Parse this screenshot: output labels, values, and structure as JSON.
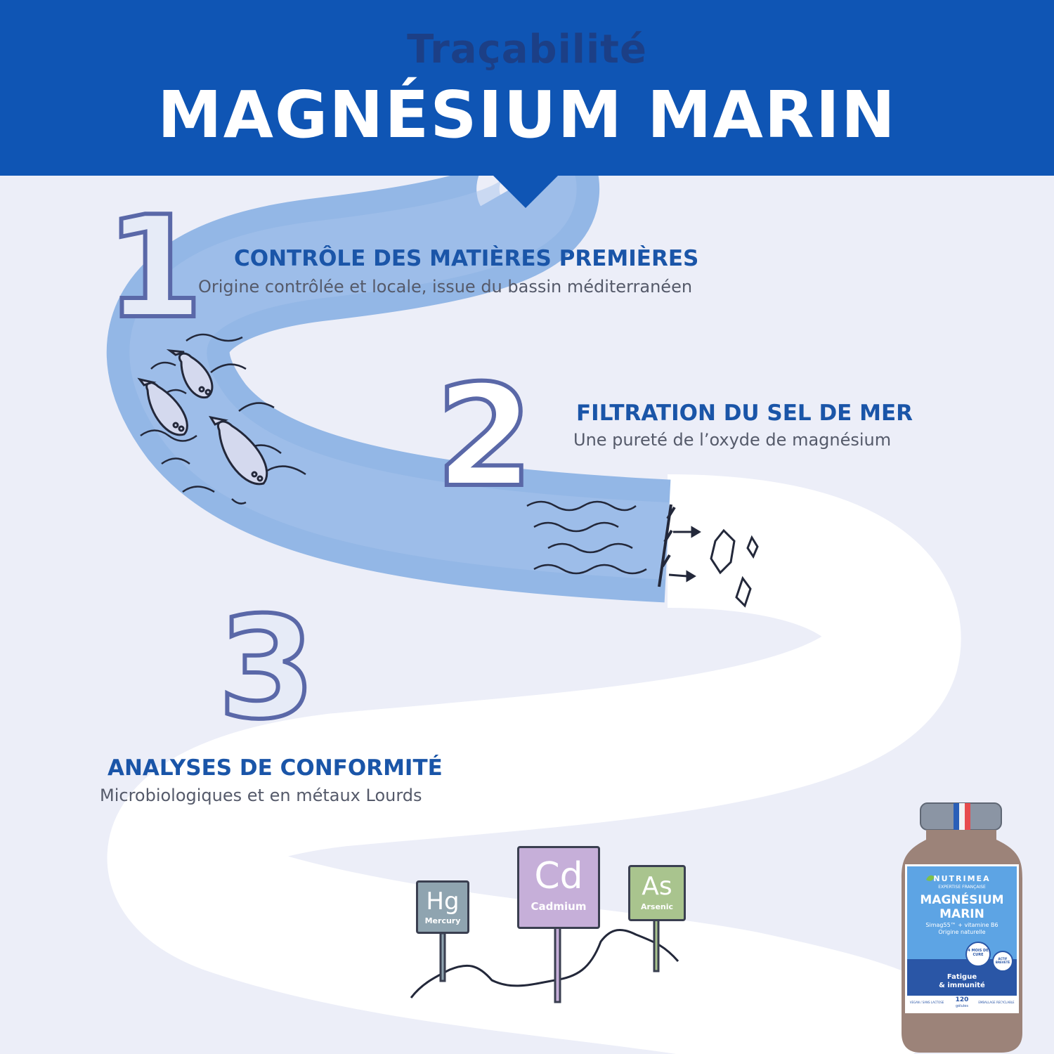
{
  "header": {
    "subtitle": "Traçabilité",
    "title": "MAGNÉSIUM MARIN"
  },
  "steps": [
    {
      "number": "1",
      "title": "CONTRÔLE DES MATIÈRES PREMIÈRES",
      "description": "Origine contrôlée et locale, issue du bassin méditerranéen"
    },
    {
      "number": "2",
      "title": "FILTRATION DU SEL DE MER",
      "description": "Une pureté de l’oxyde de magnésium"
    },
    {
      "number": "3",
      "title": "ANALYSES DE CONFORMITÉ",
      "description": "Microbiologiques et en métaux Lourds"
    }
  ],
  "elements": [
    {
      "symbol": "Hg",
      "name": "Mercury",
      "color": "#8fa4b0"
    },
    {
      "symbol": "Cd",
      "name": "Cadmium",
      "color": "#c6afd9"
    },
    {
      "symbol": "As",
      "name": "Arsenic",
      "color": "#a9c48e"
    }
  ],
  "product": {
    "brand": "NUTRIMEA",
    "tagline": "EXPERTISE FRANÇAISE",
    "name_line1": "MAGNÉSIUM",
    "name_line2": "MARIN",
    "ingredients": "Simag55™ + vitamine B6",
    "origin": "Origine naturelle",
    "cure_badge": "4 MOIS DE CURE",
    "actif_badge": "ACTIF BREVETÉ",
    "benefit_line1": "Fatigue",
    "benefit_line2": "& immunité",
    "footer_left": "VEGAN / SANS LACTOSE",
    "count": "120",
    "count_unit": "gélules",
    "footer_right": "EMBALLAGE RECYCLABLE"
  },
  "colors": {
    "header_blue": "#0f55b4",
    "river_blue": "#93b7e6",
    "step_title_blue": "#1a55a8",
    "number_outline": "#5a68a8",
    "background": "#eceef8"
  },
  "icons": [
    "fish-icon",
    "wave-icon",
    "crystal-icon",
    "filter-icon",
    "arrow-icon",
    "mountain-icon"
  ]
}
